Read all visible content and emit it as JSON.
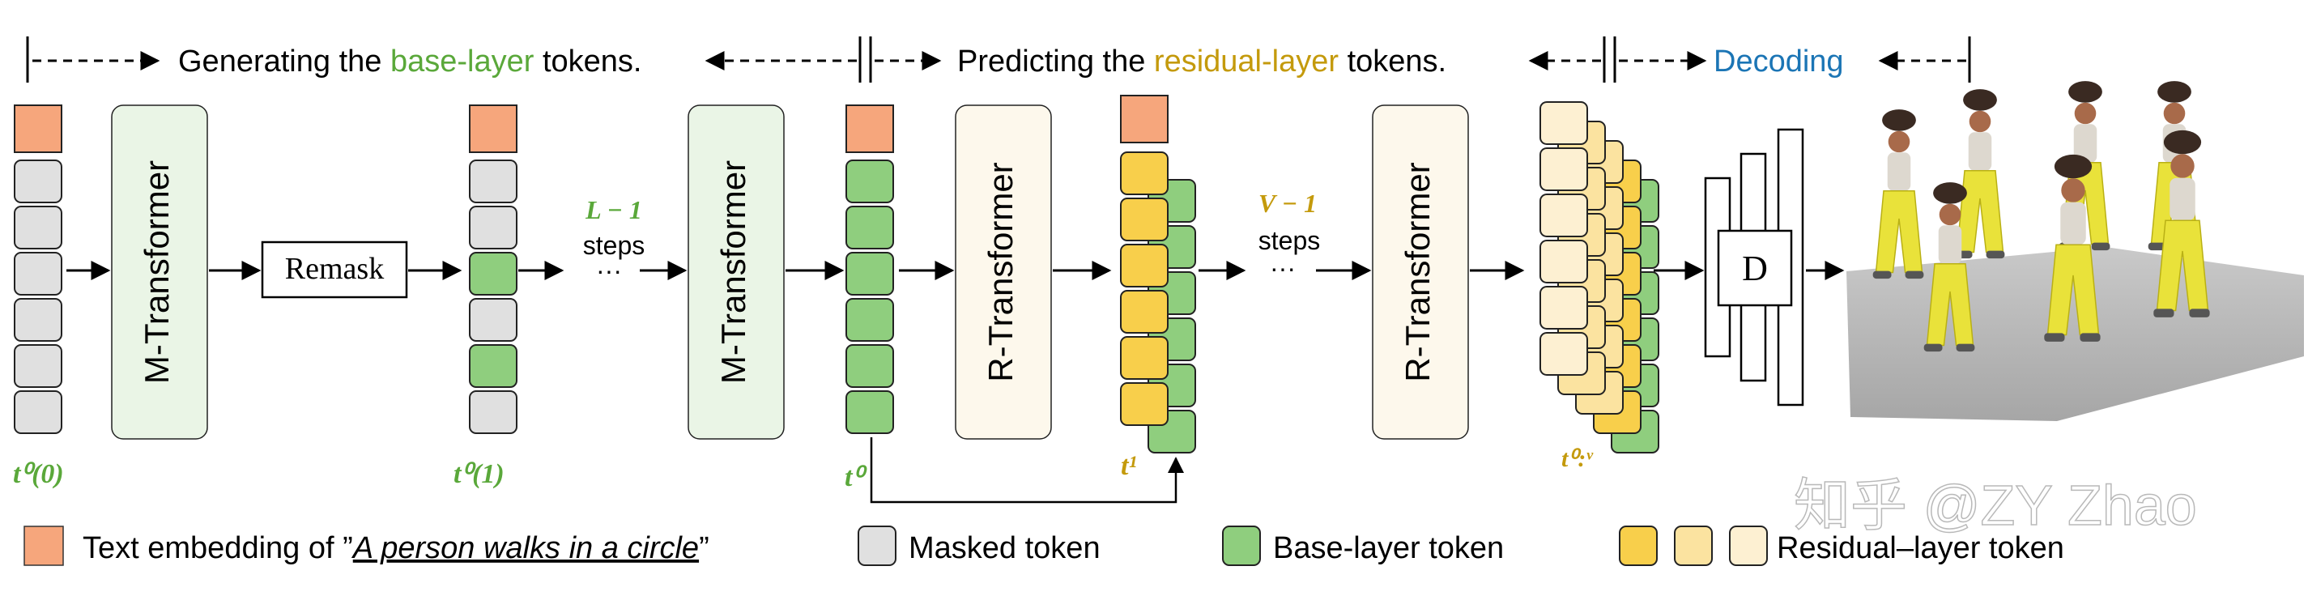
{
  "header": {
    "phase1_prefix": "Generating the ",
    "phase1_highlight": "base-layer",
    "phase1_suffix": " tokens.",
    "phase2_prefix": "Predicting the ",
    "phase2_highlight": "residual-layer",
    "phase2_suffix": " tokens.",
    "phase3_label": "Decoding"
  },
  "blocks": {
    "m_transformer": "M-Transformer",
    "r_transformer": "R-Transformer",
    "remask": "Remask",
    "decoder": "D"
  },
  "steps": {
    "l_steps_var": "L − 1",
    "v_steps_var": "V − 1",
    "steps_word": "steps",
    "ellipsis": "···"
  },
  "token_labels": {
    "t0_0": "t⁰(0)",
    "t0_1": "t⁰(1)",
    "t0": "t⁰",
    "t1": "t¹",
    "t0V": "t⁰:ᵛ"
  },
  "legend": {
    "text_embedding_prefix": "Text embedding of ”",
    "text_embedding_quote": "A person walks in a circle",
    "text_embedding_suffix": "”",
    "masked_token": "Masked token",
    "base_layer_token": "Base-layer token",
    "residual_layer_token": "Residual–layer token"
  },
  "watermark": "知乎 @ZY Zhao",
  "colors": {
    "text_embed": "#f6a67c",
    "masked": "#e0e0e0",
    "base": "#8fce7e",
    "res_dark": "#f8cf4b",
    "res_mid": "#fbe3a0",
    "res_light": "#fdf0d2",
    "m_block": "#eaf5e6",
    "r_block": "#fdf8ec",
    "green_text": "#5aa83a",
    "gold_text": "#c49a0c",
    "blue_text": "#1b75b5"
  }
}
